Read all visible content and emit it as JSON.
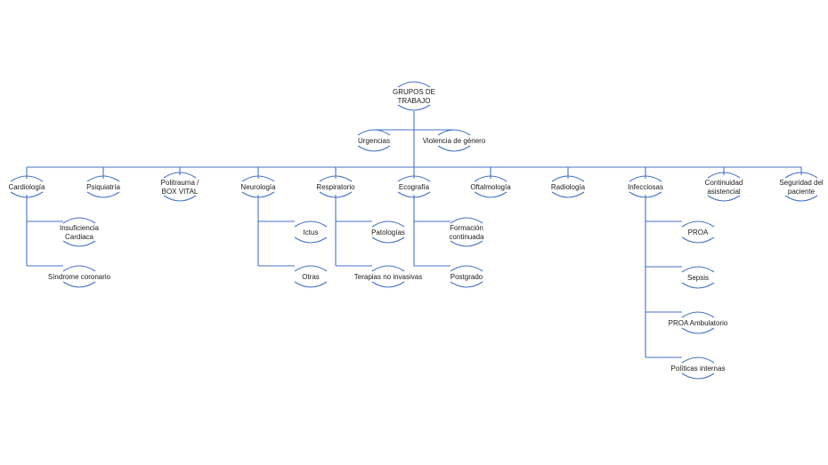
{
  "root": {
    "lines": [
      "GRUPOS DE",
      "TRABAJO"
    ]
  },
  "top_groups": [
    {
      "id": "urgencias",
      "lines": [
        "Urgencias"
      ]
    },
    {
      "id": "violencia",
      "lines": [
        "Violencia de género"
      ]
    }
  ],
  "groups": [
    {
      "id": "cardiologia",
      "lines": [
        "Cardiología"
      ],
      "children": [
        {
          "lines": [
            "Insuficiencia",
            "Cardiaca"
          ]
        },
        {
          "lines": [
            "Síndrome coronario"
          ]
        }
      ]
    },
    {
      "id": "psiquiatria",
      "lines": [
        "Psiquiatría"
      ],
      "children": []
    },
    {
      "id": "politrauma",
      "lines": [
        "Politrauma /",
        "BOX VITAL"
      ],
      "children": []
    },
    {
      "id": "neurologia",
      "lines": [
        "Neurología"
      ],
      "children": [
        {
          "lines": [
            "Ictus"
          ]
        },
        {
          "lines": [
            "Otras"
          ]
        }
      ]
    },
    {
      "id": "respiratorio",
      "lines": [
        "Respiratorio"
      ],
      "children": [
        {
          "lines": [
            "Patologías"
          ]
        },
        {
          "lines": [
            "Terapias no invasivas"
          ]
        }
      ]
    },
    {
      "id": "ecografia",
      "lines": [
        "Ecografía"
      ],
      "children": [
        {
          "lines": [
            "Formación",
            "continuada"
          ]
        },
        {
          "lines": [
            "Postgrado"
          ]
        }
      ]
    },
    {
      "id": "oftalmologia",
      "lines": [
        "Oftalmología"
      ],
      "children": []
    },
    {
      "id": "radiologia",
      "lines": [
        "Radiología"
      ],
      "children": []
    },
    {
      "id": "infecciosas",
      "lines": [
        "Infecciosas"
      ],
      "children": [
        {
          "lines": [
            "PROA"
          ]
        },
        {
          "lines": [
            "Sepsis"
          ]
        },
        {
          "lines": [
            "PROA Ambulatorio"
          ]
        },
        {
          "lines": [
            "Políticas internas"
          ]
        }
      ]
    },
    {
      "id": "continuidad",
      "lines": [
        "Continuidad",
        "asistencial"
      ],
      "children": []
    },
    {
      "id": "seguridad",
      "lines": [
        "Seguridad del",
        "paciente"
      ],
      "children": []
    }
  ],
  "colors": {
    "line": "#4472c4",
    "text": "#1a1a1a",
    "background": "#ffffff"
  }
}
